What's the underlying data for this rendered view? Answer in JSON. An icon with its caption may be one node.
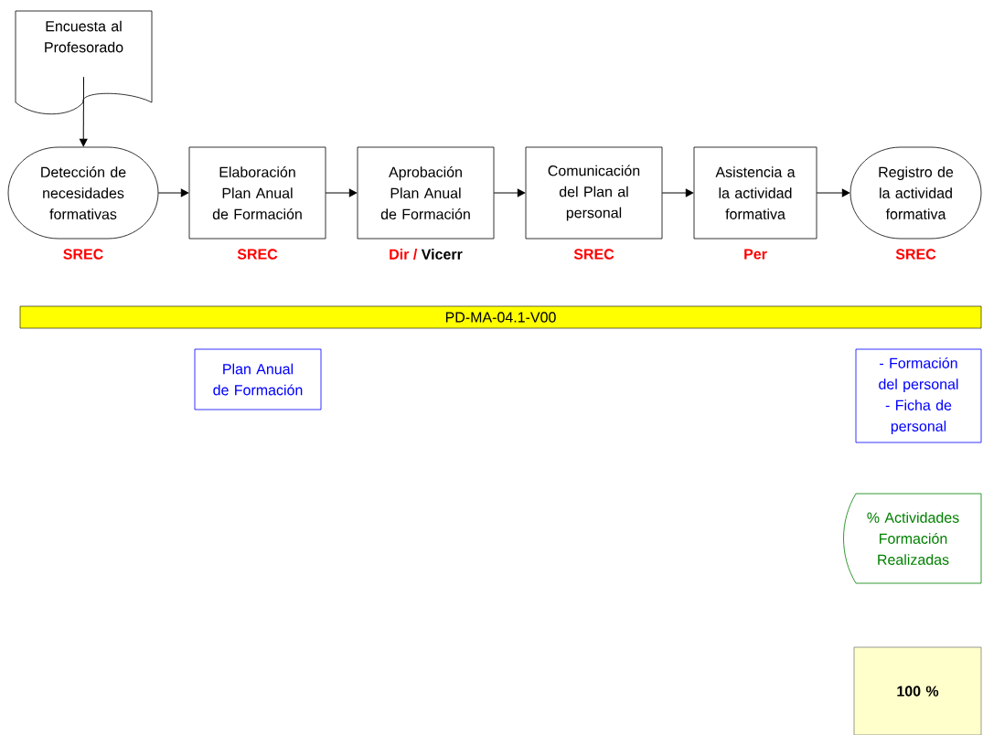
{
  "diagram": {
    "nodes": [
      {
        "text": [
          "Encuesta al Profesorado"
        ]
      },
      {
        "text": [
          "Detección de necesidades formativas"
        ],
        "beside": [
          "SREC"
        ]
      },
      {
        "text": [
          "Elaboración Plan Anual de Formación"
        ],
        "beside": [
          "SREC"
        ]
      },
      {
        "text": [
          "Aprobación Plan Anual de Formación"
        ],
        "beside": [
          "Dir /",
          "Vicerr"
        ]
      },
      {
        "text": [
          "Comunicación del Plan al personal"
        ],
        "beside": [
          "SREC"
        ]
      },
      {
        "text": [
          "Asistencia a la actividad formativa"
        ],
        "beside": [
          "Per"
        ]
      },
      {
        "text": [
          "Registro de la actividad formativa"
        ],
        "beside": [
          "SREC"
        ]
      },
      {
        "text": [
          "PD-MA-04.1-V00"
        ]
      },
      {
        "text": [
          "Plan Anual de Formación"
        ]
      },
      {
        "text": [
          "- Formación del personal",
          "- Ficha de personal"
        ]
      },
      {
        "text": [
          "% Actividades Formación Realizadas"
        ]
      },
      {
        "text": [
          "100 %"
        ]
      }
    ],
    "edges": [
      {
        "from": 0,
        "to": 1,
        "arrow": "to"
      },
      {
        "from": 1,
        "to": 2,
        "arrow": "to"
      },
      {
        "from": 2,
        "to": 3,
        "arrow": "to"
      },
      {
        "from": 3,
        "to": 4,
        "arrow": "to"
      },
      {
        "from": 4,
        "to": 5,
        "arrow": "to"
      },
      {
        "from": 5,
        "to": 6,
        "arrow": "to"
      }
    ]
  }
}
